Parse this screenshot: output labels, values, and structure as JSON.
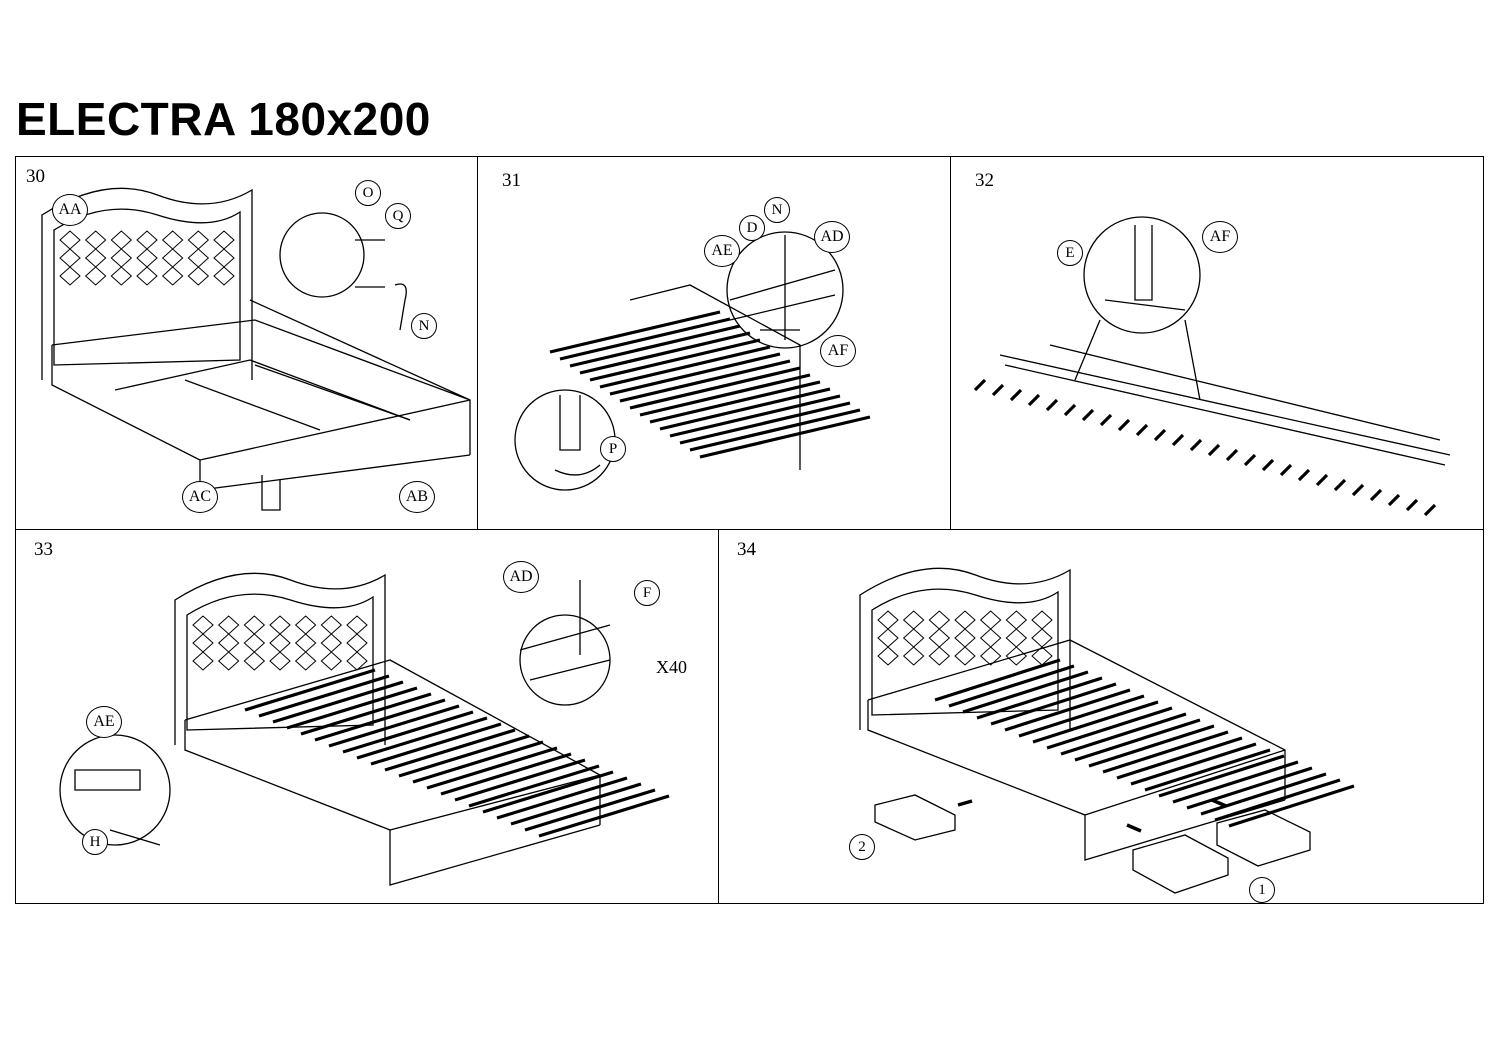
{
  "title": "ELECTRA 180x200",
  "steps": [
    {
      "number": "30",
      "labels": {
        "aa": "AA",
        "o": "O",
        "q": "Q",
        "n": "N",
        "ac": "AC",
        "ab": "AB"
      }
    },
    {
      "number": "31",
      "labels": {
        "n": "N",
        "d": "D",
        "ae": "AE",
        "ad": "AD",
        "af": "AF",
        "p": "P"
      }
    },
    {
      "number": "32",
      "labels": {
        "e": "E",
        "af": "AF"
      }
    },
    {
      "number": "33",
      "labels": {
        "ad": "AD",
        "f": "F",
        "ae": "AE",
        "h": "H"
      },
      "quantity": "X40"
    },
    {
      "number": "34",
      "labels": {
        "two": "2",
        "one": "1"
      }
    }
  ]
}
